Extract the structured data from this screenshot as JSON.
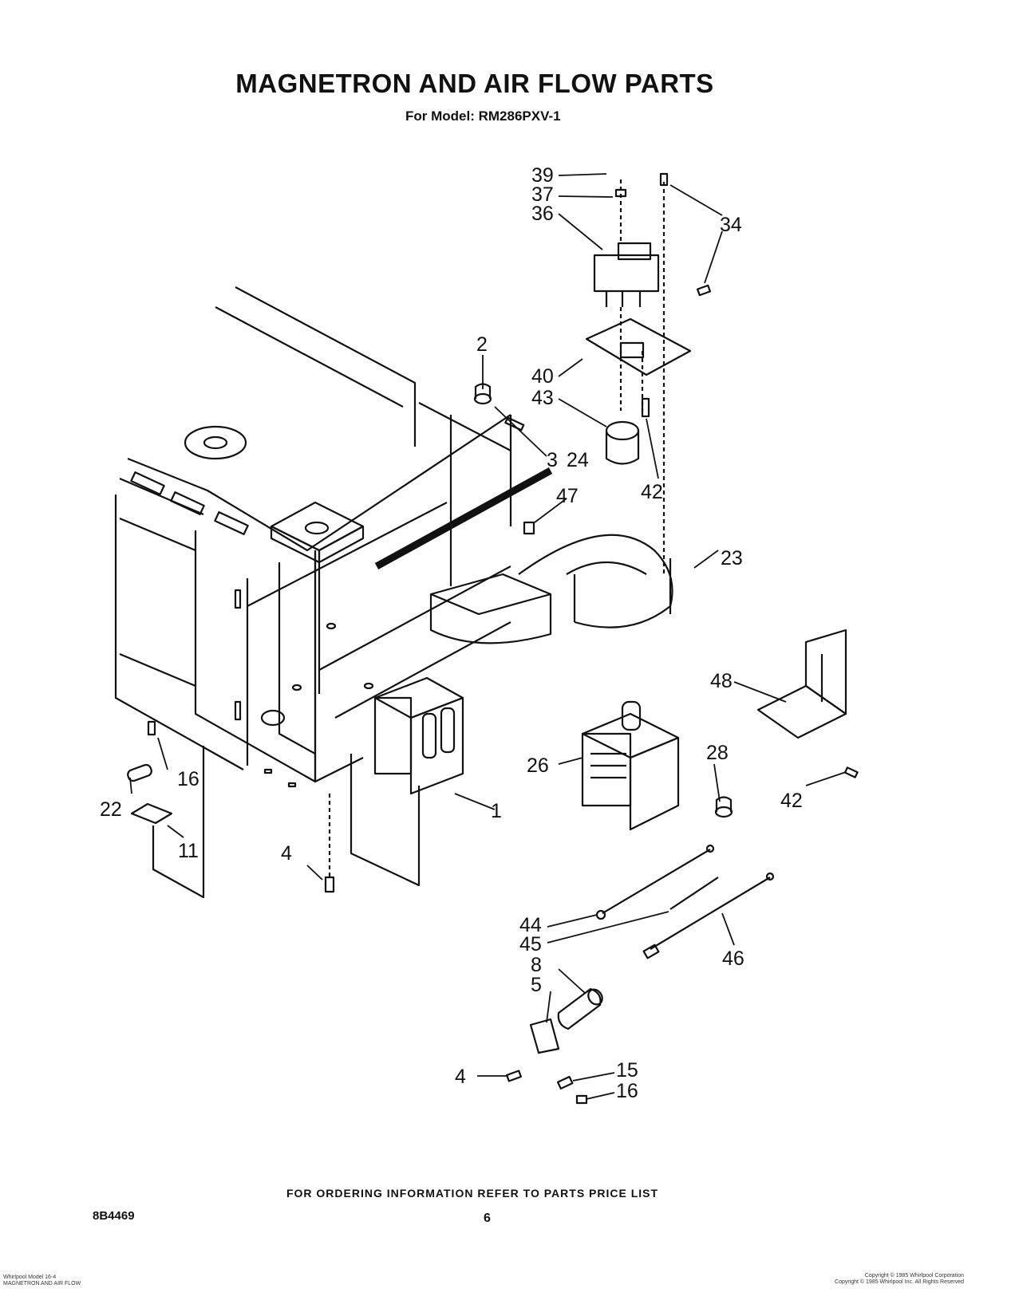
{
  "header": {
    "title": "MAGNETRON AND AIR FLOW PARTS",
    "subtitle": "For Model: RM286PXV-1"
  },
  "callouts": [
    "1",
    "2",
    "3",
    "4",
    "5",
    "8",
    "11",
    "15",
    "16",
    "22",
    "23",
    "24",
    "26",
    "28",
    "34",
    "36",
    "37",
    "39",
    "40",
    "42",
    "43",
    "44",
    "45",
    "46",
    "47",
    "48"
  ],
  "footer": {
    "ordering_note": "FOR ORDERING INFORMATION REFER TO PARTS PRICE LIST",
    "doc_code": "8B4469",
    "page_number": "6",
    "left_line1": "Whirlpool Model 16-4",
    "left_line2": "MAGNETRON AND AIR FLOW",
    "right_line1": "Copyright © 1985 Whirlpool Corporation",
    "right_line2": "Copyright © 1985 Whirlpool Inc. All Rights Reserved"
  }
}
